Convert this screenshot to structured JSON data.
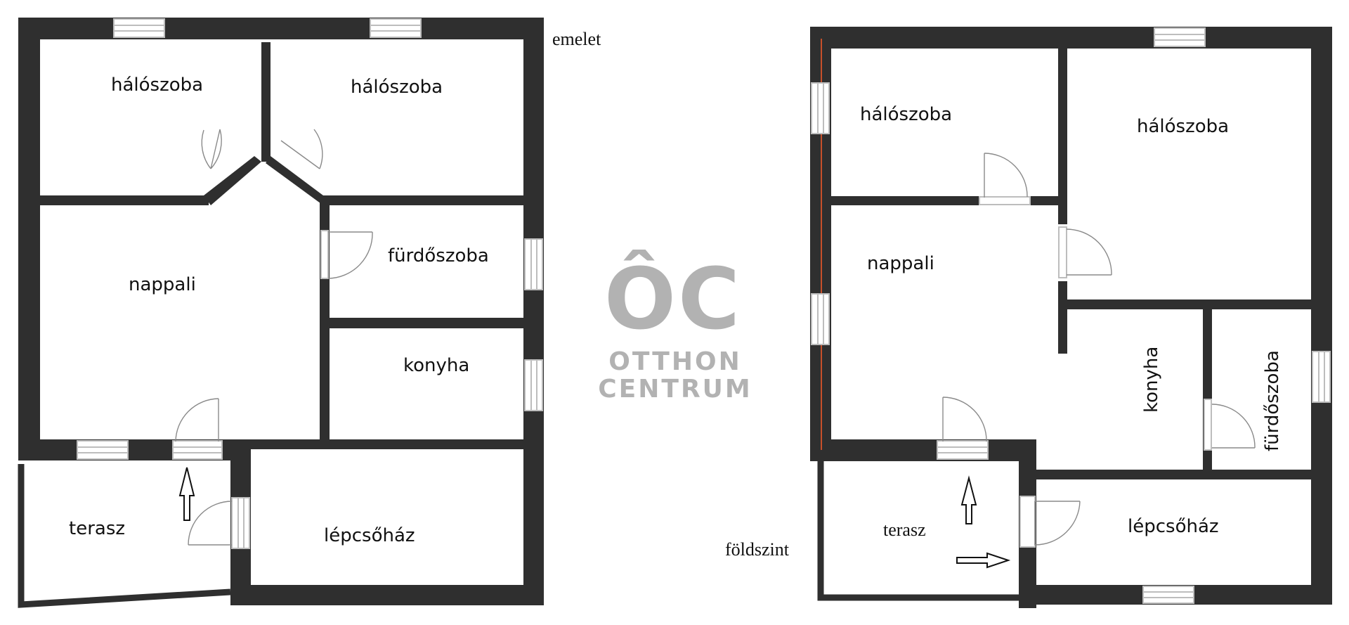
{
  "upper_floor": {
    "level_label": "emelet",
    "rooms": {
      "bedroom_left": "hálószoba",
      "bedroom_right": "hálószoba",
      "living_room": "nappali",
      "bathroom": "fürdőszoba",
      "kitchen": "konyha",
      "terrace": "terasz",
      "stairwell": "lépcsőház"
    }
  },
  "ground_floor": {
    "level_label": "földszint",
    "rooms": {
      "bedroom_left": "hálószoba",
      "bedroom_right": "hálószoba",
      "living_room": "nappali",
      "kitchen": "konyha",
      "bathroom": "fürdőszoba",
      "terrace": "terasz",
      "stairwell": "lépcsőház"
    }
  },
  "logo": {
    "monogram": "ÔC",
    "line1": "OTTHON",
    "line2": "CENTRUM"
  },
  "colors": {
    "wall": "#2f2f2f",
    "window_frame": "#bdbdbd",
    "logo": "#b2b2b2",
    "accent_line": "#c8502a"
  }
}
